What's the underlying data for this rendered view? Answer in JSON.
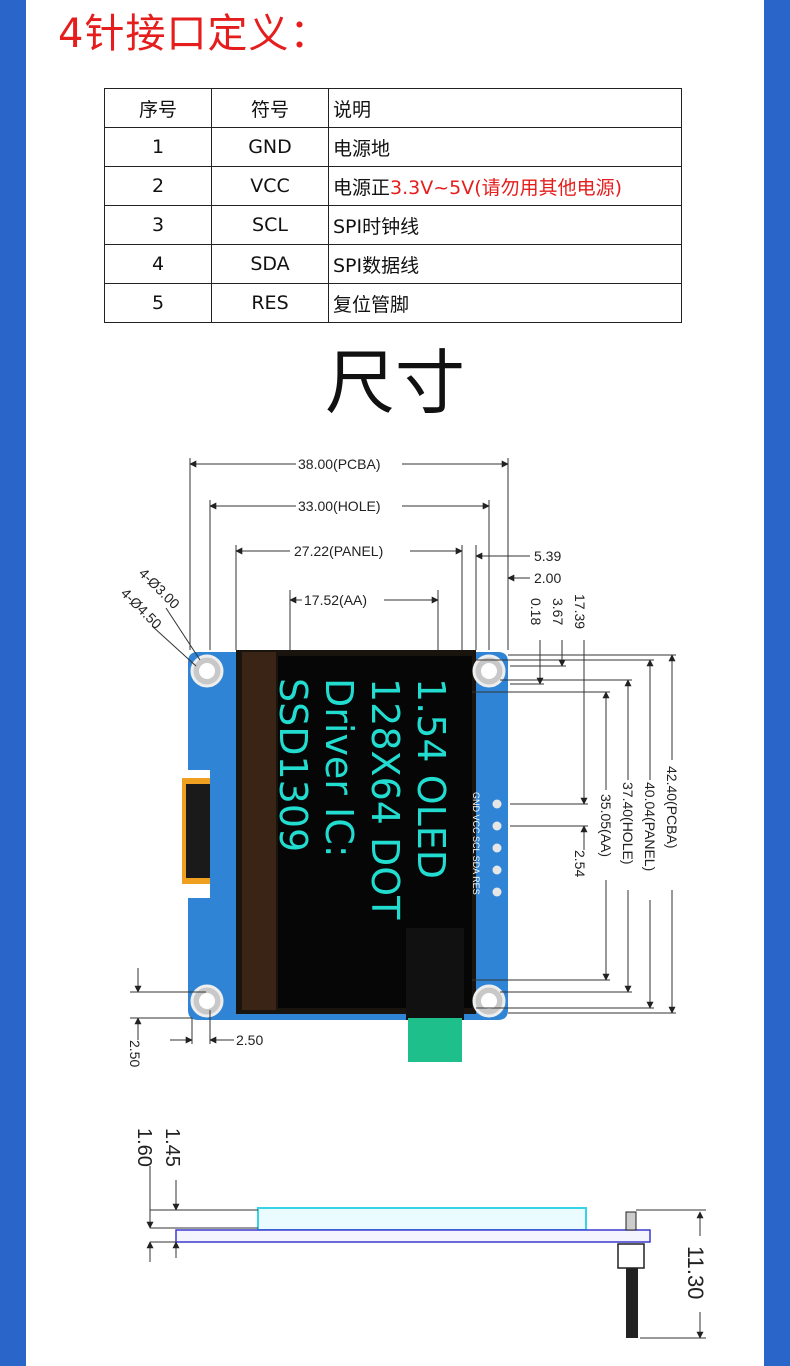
{
  "pin_section": {
    "title": "4针接口定义：",
    "headers": [
      "序号",
      "符号",
      "说明"
    ],
    "rows": [
      {
        "no": "1",
        "symbol": "GND",
        "desc": "电源地",
        "note": ""
      },
      {
        "no": "2",
        "symbol": "VCC",
        "desc": "电源正",
        "note": "3.3V~5V(请勿用其他电源)"
      },
      {
        "no": "3",
        "symbol": "SCL",
        "desc": "SPI时钟线",
        "note": ""
      },
      {
        "no": "4",
        "symbol": "SDA",
        "desc": "SPI数据线",
        "note": ""
      },
      {
        "no": "5",
        "symbol": "RES",
        "desc": "复位管脚",
        "note": ""
      }
    ],
    "note_color": "#e51d1d"
  },
  "size_section": {
    "title": "尺寸"
  },
  "module": {
    "screen_lines": [
      "1.54  OLED",
      "128X64 DOT",
      "Driver  IC:",
      "SSD1309"
    ],
    "pin_silkscreen": "GND VCC SCL SDA RES",
    "pcb_color": "#2f84d6",
    "text_color": "#22dcd0",
    "flex_color": "#1fbf8c"
  },
  "dimensions": {
    "pcba_width": "38.00(PCBA)",
    "hole_width": "33.00(HOLE)",
    "panel_width": "27.22(PANEL)",
    "aa_width": "17.52(AA)",
    "right_offset_a": "5.39",
    "right_offset_b": "2.00",
    "hole_dia_small": "4-Ø3.00",
    "hole_dia_large": "4-Ø4.50",
    "v_0_18": "0.18",
    "v_3_67": "3.67",
    "v_17_39": "17.39",
    "pcba_height": "42.40(PCBA)",
    "panel_height": "40.04(PANEL)",
    "hole_height": "37.40(HOLE)",
    "aa_height": "35.05(AA)",
    "pin_pitch": "2.54",
    "corner_x": "2.50",
    "corner_y": "2.50",
    "side_1_45": "1.45",
    "side_1_60": "1.60",
    "side_total": "11.30"
  }
}
